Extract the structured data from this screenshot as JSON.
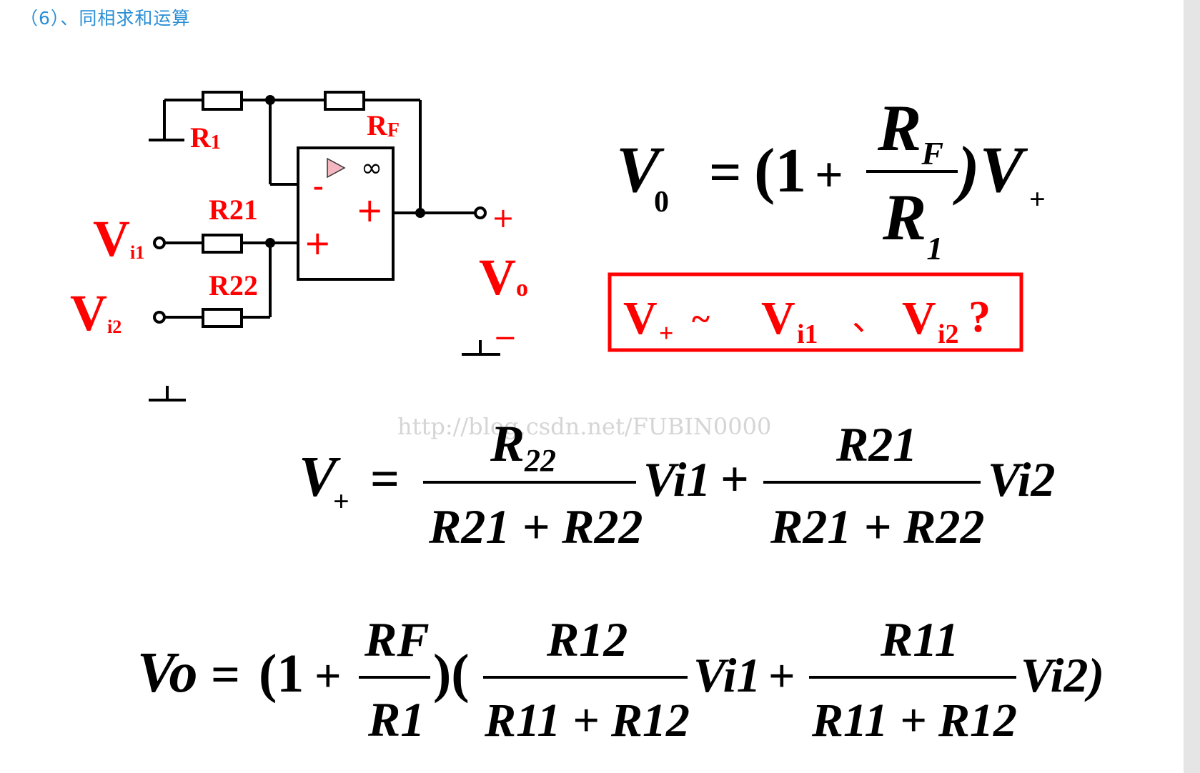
{
  "page": {
    "heading": "（6）、同相求和运算",
    "watermark": "http://blog.csdn.net/FUBIN0000"
  },
  "circuit": {
    "r1": "R",
    "r1_sub": "1",
    "rf": "R",
    "rf_sub": "F",
    "r21": "R21",
    "r22": "R22",
    "vi1": "V",
    "vi1_sub": "i1",
    "vi2": "V",
    "vi2_sub": "i2",
    "vo": "V",
    "vo_sub": "o",
    "amp_minus": "-",
    "amp_plus_in": "+",
    "amp_plus_out": "+",
    "amp_infinity": "∞",
    "out_plus": "+",
    "out_minus": "−"
  },
  "question": {
    "v_plus": "V",
    "v_plus_sub": "+",
    "tilde": "~",
    "vi1": "V",
    "vi1_sub": "i1",
    "sep": "、",
    "vi2": "V",
    "vi2_sub": "i2",
    "qmark": "?"
  },
  "eq1": {
    "lhs": "V",
    "lhs_sub": "0",
    "eq": "=",
    "open": "(1",
    "plus": "+",
    "num": "R",
    "num_sub": "F",
    "den": "R",
    "den_sub": "1",
    "close": ")V",
    "close_sub": "+"
  },
  "eq2": {
    "lhs": "V",
    "lhs_sub": "+",
    "eq": "=",
    "frac1_num": "R",
    "frac1_num_sub": "22",
    "frac1_den": "R21 + R22",
    "term1": "Vi1",
    "plus": "+",
    "frac2_num": "R21",
    "frac2_den": "R21 + R22",
    "term2": "Vi2"
  },
  "eq3": {
    "lhs": "Vo",
    "eq": "=",
    "open": "(1",
    "plus": "+",
    "rf_num": "RF",
    "rf_den": "R1",
    "mid": ")(",
    "frac1_num": "R12",
    "frac1_den": "R11 + R12",
    "term1": "Vi1",
    "plus2": "+",
    "frac2_num": "R11",
    "frac2_den": "R11 + R12",
    "term2": "Vi2)"
  }
}
